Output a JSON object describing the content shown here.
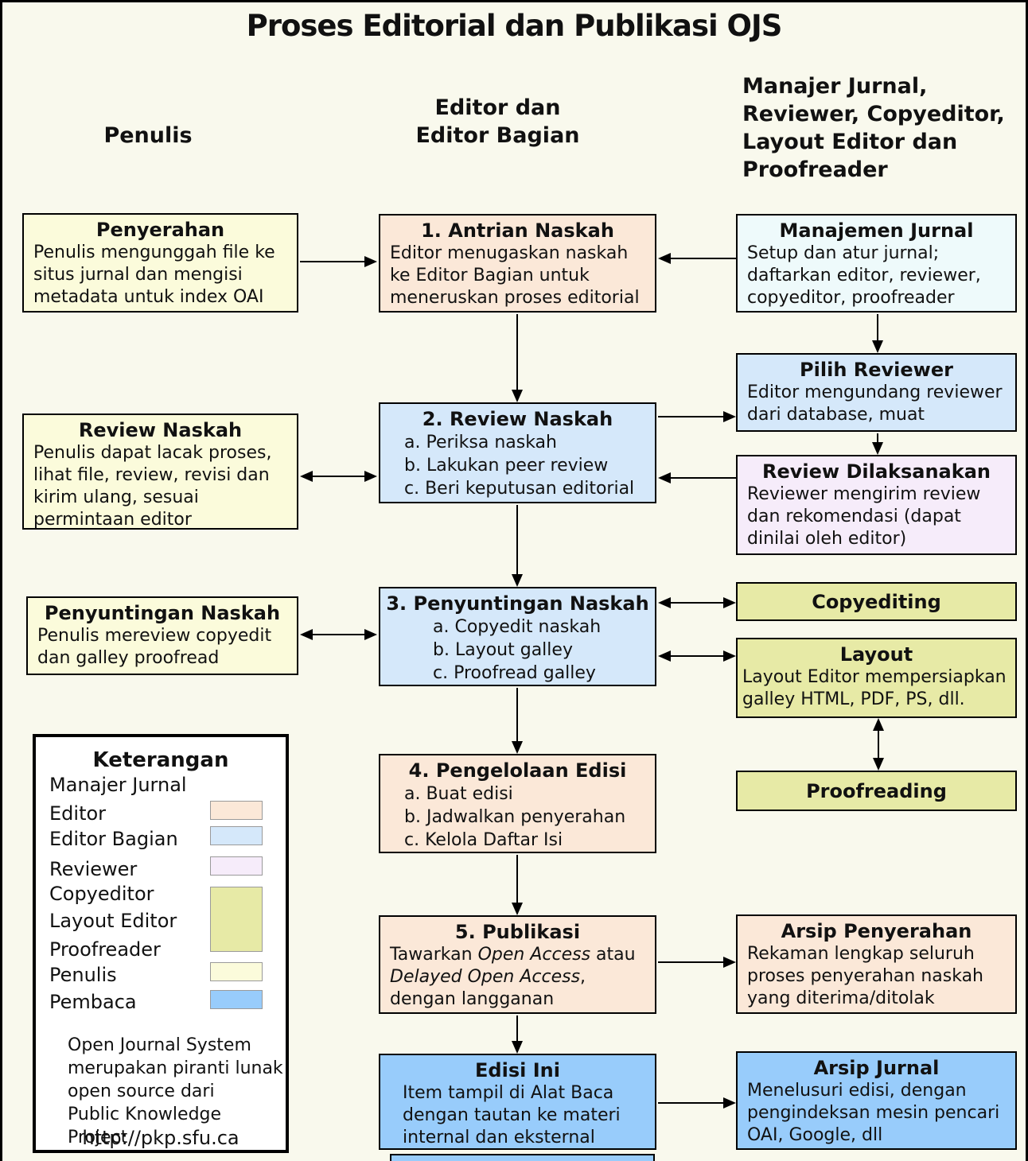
{
  "title": "Proses Editorial dan Publikasi OJS",
  "columns": {
    "penulis": "Penulis",
    "editor": "Editor dan\nEditor Bagian",
    "manajer": "Manajer Jurnal,\nReviewer, Copyeditor,\nLayout Editor dan\nProofreader"
  },
  "boxes": {
    "penyerahan": {
      "title": "Penyerahan",
      "body": "Penulis mengunggah file ke situs jurnal dan mengisi metadata untuk index OAI"
    },
    "review_penulis": {
      "title": "Review Naskah",
      "body": "Penulis dapat lacak proses, lihat file, review, revisi dan kirim ulang, sesuai permintaan editor"
    },
    "penyuntingan_penulis": {
      "title": "Penyuntingan Naskah",
      "body": "Penulis mereview copyedit dan galley proofread"
    },
    "antrian": {
      "title": "1. Antrian Naskah",
      "body": "Editor menugaskan naskah ke Editor Bagian untuk meneruskan proses editorial"
    },
    "review2": {
      "title": "2. Review Naskah",
      "items": [
        "a. Periksa naskah",
        "b. Lakukan peer review",
        "c. Beri keputusan editorial"
      ]
    },
    "penyuntingan3": {
      "title": "3. Penyuntingan Naskah",
      "items": [
        "a. Copyedit naskah",
        "b. Layout galley",
        "c. Proofread galley"
      ]
    },
    "pengelolaan4": {
      "title": "4. Pengelolaan Edisi",
      "items": [
        "a. Buat edisi",
        "b. Jadwalkan penyerahan",
        "c. Kelola Daftar Isi"
      ]
    },
    "publikasi5": {
      "title": "5. Publikasi",
      "body_p1": "Tawarkan ",
      "body_i1": "Open Access",
      "body_p2": " atau ",
      "body_i2": "Delayed Open Access",
      "body_p3": ", dengan langganan"
    },
    "edisi_ini": {
      "title": "Edisi Ini",
      "body": "Item tampil di Alat Baca dengan tautan ke materi internal dan eksternal"
    },
    "manajemen_jurnal": {
      "title": "Manajemen Jurnal",
      "body": "Setup dan atur jurnal; daftarkan editor, reviewer, copyeditor, proofreader"
    },
    "pilih_reviewer": {
      "title": "Pilih Reviewer",
      "body": "Editor mengundang reviewer dari database, muat"
    },
    "review_dilaksanakan": {
      "title": "Review Dilaksanakan",
      "body": "Reviewer mengirim review dan rekomendasi (dapat dinilai oleh editor)"
    },
    "copyediting": {
      "title": "Copyediting"
    },
    "layout": {
      "title": "Layout",
      "body": "Layout Editor mempersiapkan galley HTML, PDF, PS, dll."
    },
    "proofreading": {
      "title": "Proofreading"
    },
    "arsip_penyerahan": {
      "title": "Arsip Penyerahan",
      "body": "Rekaman lengkap seluruh proses penyerahan naskah yang diterima/ditolak"
    },
    "arsip_jurnal": {
      "title": "Arsip Jurnal",
      "body": "Menelusuri edisi, dengan pengindeksan mesin pencari OAI, Google, dll"
    }
  },
  "legend": {
    "title": "Keterangan",
    "labels": [
      "Manajer Jurnal",
      "Editor",
      "Editor Bagian",
      "Reviewer",
      "Copyeditor",
      "Layout Editor",
      "Proofreader",
      "Penulis",
      "Pembaca"
    ],
    "note": "Open Journal System\nmerupakan piranti lunak\nopen source dari\nPublic Knowledge Project",
    "url": "http://pkp.sfu.ca"
  },
  "colors": {
    "background": "#f9f9ed",
    "penulis": "#fbfbdb",
    "editor": "#fbe8d8",
    "editor_bagian": "#d5e8fa",
    "manajer_jurnal": "#eefafb",
    "reviewer": "#f6ecfa",
    "copyeditor_layout_proofreader": "#e7eaa6",
    "pembaca": "#98ccfb",
    "line": "#000000"
  }
}
